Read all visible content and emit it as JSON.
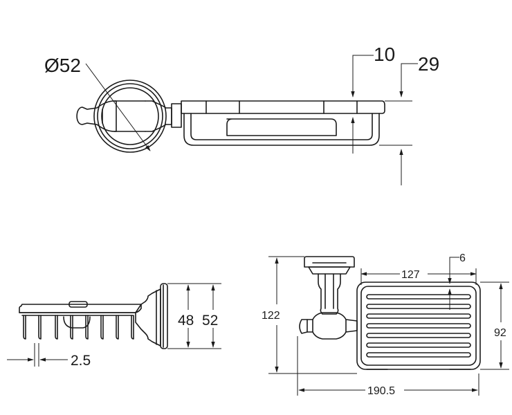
{
  "top_view": {
    "diameter": "Ø52",
    "dim_a": "10",
    "dim_b": "29"
  },
  "side_view": {
    "dim_height_inner": "48",
    "dim_height_outer": "52",
    "dim_spacing": "2.5"
  },
  "front_view": {
    "dim_height_total": "122",
    "dim_basket_width": "127",
    "dim_small": "6",
    "dim_basket_height": "92",
    "dim_total_width": "190.5"
  }
}
